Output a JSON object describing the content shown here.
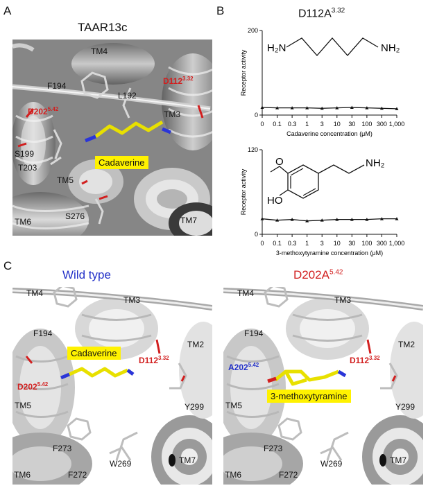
{
  "panels": {
    "a": {
      "letter": "A",
      "title": "TAAR13c",
      "labels": {
        "tm4": "TM4",
        "f194": "F194",
        "l192": "L192",
        "tm3": "TM3",
        "s199": "S199",
        "t203": "T203",
        "tm5": "TM5",
        "s276": "S276",
        "tm6": "TM6",
        "tm7": "TM7"
      },
      "red_labels": {
        "d112": {
          "base": "D112",
          "sup": "3.32"
        },
        "d202": {
          "base": "D202",
          "sup": "5.42"
        }
      },
      "ligand": "Cadaverine"
    },
    "b": {
      "letter": "B",
      "title_base": "D112A",
      "title_sup": "3.32"
    },
    "c": {
      "letter": "C",
      "left": {
        "title": "Wild type",
        "labels": {
          "tm4": "TM4",
          "tm3": "TM3",
          "f194": "F194",
          "tm2": "TM2",
          "tm5": "TM5",
          "y299": "Y299",
          "f273": "F273",
          "tm7": "TM7",
          "tm6": "TM6",
          "f272": "F272",
          "w269": "W269"
        },
        "red_labels": {
          "d112": {
            "base": "D112",
            "sup": "3.32"
          },
          "d202": {
            "base": "D202",
            "sup": "5.42"
          }
        },
        "ligand": "Cadaverine"
      },
      "right": {
        "title_base": "D202A",
        "title_sup": "5.42",
        "labels": {
          "tm4": "TM4",
          "tm3": "TM3",
          "f194": "F194",
          "tm2": "TM2",
          "tm5": "TM5",
          "y299": "Y299",
          "f273": "F273",
          "tm7": "TM7",
          "tm6": "TM6",
          "f272": "F272",
          "w269": "W269"
        },
        "red_labels": {
          "d112": {
            "base": "D112",
            "sup": "3.32"
          }
        },
        "blue_labels": {
          "a202": {
            "base": "A202",
            "sup": "5.42"
          }
        },
        "ligand": "3-methoxytyramine"
      }
    }
  },
  "structures": {
    "top": {
      "left_group": "H₂N",
      "right_group": "NH₂"
    },
    "bottom": {
      "methoxy": "O",
      "amine": "NH₂",
      "hydroxyl": "HO"
    }
  },
  "chart_data": [
    {
      "type": "line",
      "ylabel": "Receptor activity",
      "xlabel": "Cadaverine concentration (μM)",
      "categories": [
        "0",
        "0.1",
        "0.3",
        "1",
        "3",
        "10",
        "30",
        "100",
        "300",
        "1,000"
      ],
      "ylim": [
        0,
        200
      ],
      "ytick_labels": [
        "0",
        "200"
      ],
      "series": [
        {
          "values": [
            18,
            17,
            17,
            17,
            16,
            17,
            18,
            17,
            16,
            15
          ]
        }
      ],
      "colors": {
        "line": "#111111"
      }
    },
    {
      "type": "line",
      "ylabel": "Receptor activity",
      "xlabel": "3-methoxytyramine concentration (μM)",
      "categories": [
        "0",
        "0.1",
        "0.3",
        "1",
        "3",
        "10",
        "30",
        "100",
        "300",
        "1,000"
      ],
      "ylim": [
        0,
        120
      ],
      "ytick_labels": [
        "0",
        "120"
      ],
      "series": [
        {
          "values": [
            22,
            20,
            21,
            19,
            20,
            21,
            21,
            21,
            22,
            22
          ]
        }
      ],
      "colors": {
        "line": "#111111"
      }
    }
  ],
  "colors": {
    "ligand_highlight": "#fff200",
    "residue_red": "#d21f1f",
    "residue_blue": "#2230c8",
    "ribbon": "#9c9c9c"
  }
}
